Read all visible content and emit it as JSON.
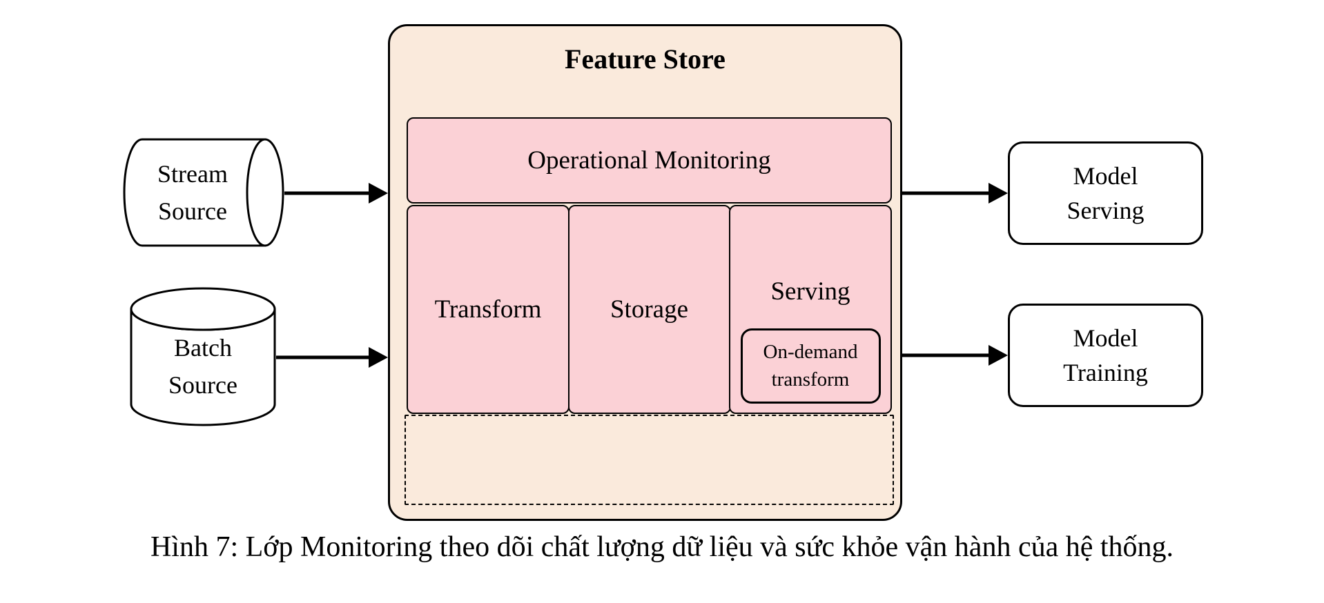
{
  "colors": {
    "container_fill": "#FAEADC",
    "module_fill": "#FBD1D6",
    "border": "#000000",
    "text": "#000000",
    "shape_fill": "#FFFFFF",
    "page_bg": "#FFFFFF"
  },
  "diagram": {
    "sources": {
      "stream": {
        "label": "Stream\nSource"
      },
      "batch": {
        "label": "Batch\nSource"
      }
    },
    "feature_store": {
      "title": "Feature Store",
      "monitoring_label": "Operational Monitoring",
      "modules": [
        "Transform",
        "Storage",
        "Serving"
      ],
      "on_demand_label": "On-demand\ntransform"
    },
    "consumers": {
      "model_serving": {
        "label": "Model\nServing"
      },
      "model_training": {
        "label": "Model\nTraining"
      }
    }
  },
  "caption": "Hình 7: Lớp Monitoring theo dõi chất lượng dữ liệu và sức khỏe vận hành của hệ thống."
}
